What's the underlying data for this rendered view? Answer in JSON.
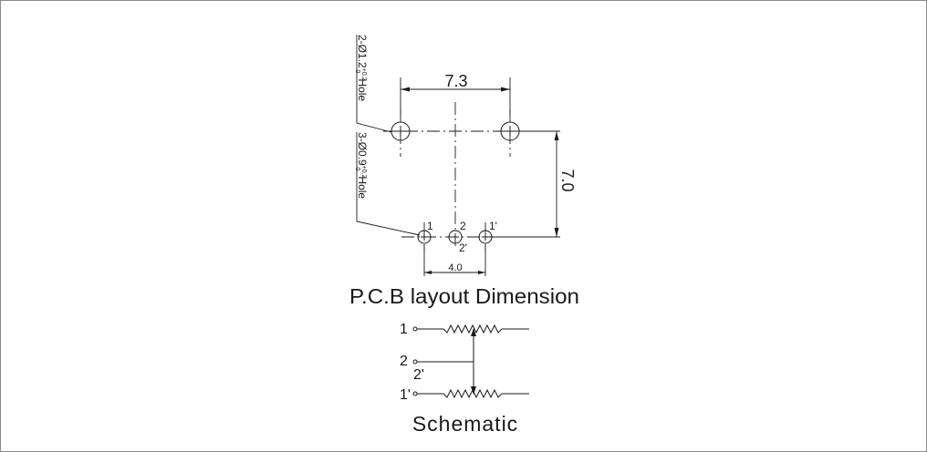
{
  "pcb": {
    "callout_large_hole": "2-Ø1.2",
    "callout_large_tol": "+0.2",
    "callout_large_tol_low": "0",
    "callout_large_suffix": "Hole",
    "callout_small_hole": "3-Ø0.9",
    "callout_small_tol": "+0.2",
    "callout_small_tol_low": "0",
    "callout_small_suffix": "Hole",
    "dim_horizontal_top": "7.3",
    "dim_vertical": "7.0",
    "dim_horizontal_bottom": "4.0",
    "pin_1": "1",
    "pin_2": "2",
    "pin_1_prime": "1'",
    "pin_2_prime": "2'",
    "title": "P.C.B layout Dimension"
  },
  "schematic": {
    "pin_1": "1",
    "pin_2": "2",
    "pin_2_prime": "2'",
    "pin_1_prime": "1'",
    "title": "Schematic"
  },
  "colors": {
    "ink": "#1a1a1a",
    "frame": "#8a8a8a",
    "background": "#ffffff"
  }
}
